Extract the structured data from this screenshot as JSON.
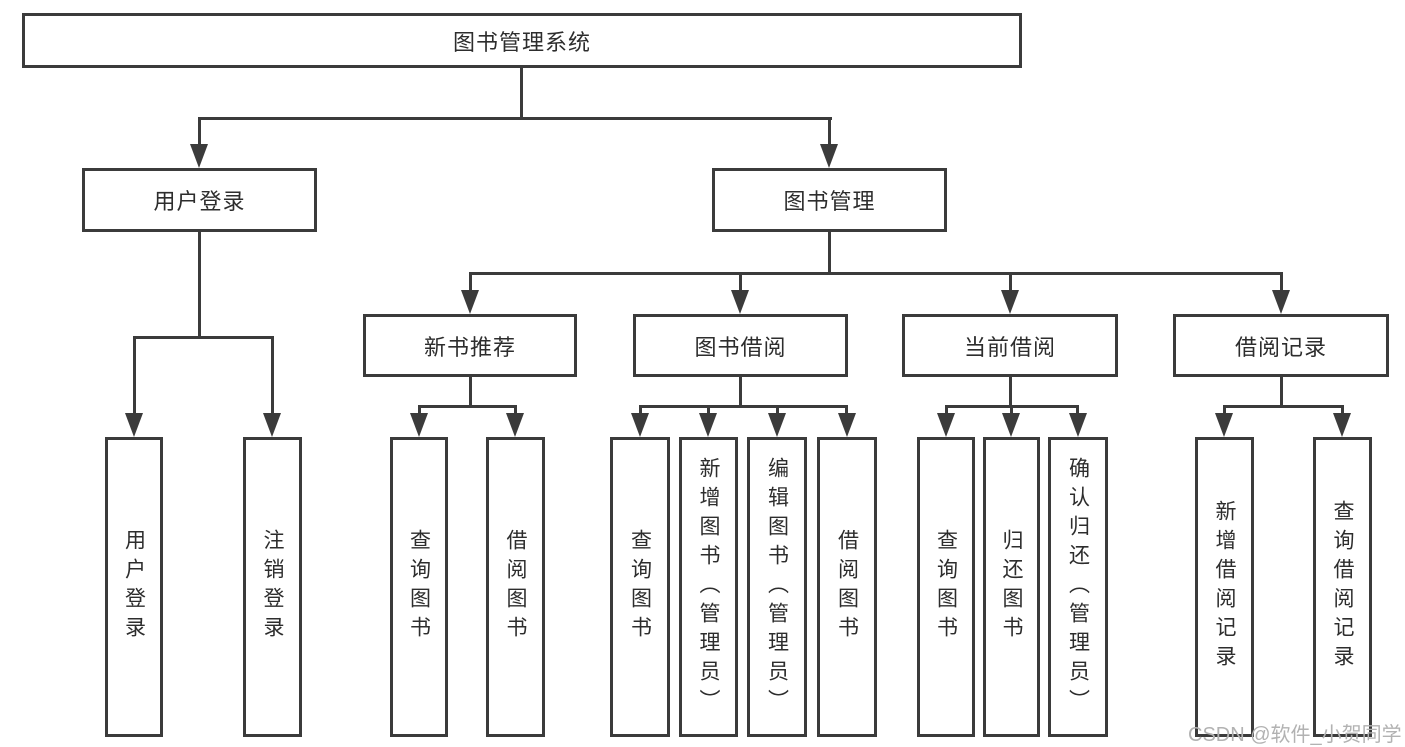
{
  "diagram": {
    "title": "图书管理系统",
    "root": {
      "label": "图书管理系统"
    },
    "level1": [
      {
        "label": "用户登录",
        "parent": "图书管理系统"
      },
      {
        "label": "图书管理",
        "parent": "图书管理系统"
      }
    ],
    "level2": [
      {
        "label": "新书推荐",
        "parent": "图书管理"
      },
      {
        "label": "图书借阅",
        "parent": "图书管理"
      },
      {
        "label": "当前借阅",
        "parent": "图书管理"
      },
      {
        "label": "借阅记录",
        "parent": "图书管理"
      }
    ],
    "leaves": [
      {
        "label": "用户登录",
        "parent": "用户登录"
      },
      {
        "label": "注销登录",
        "parent": "用户登录"
      },
      {
        "label": "查询图书",
        "parent": "新书推荐"
      },
      {
        "label": "借阅图书",
        "parent": "新书推荐"
      },
      {
        "label": "查询图书",
        "parent": "图书借阅"
      },
      {
        "label": "新增图书（管理员）",
        "parent": "图书借阅"
      },
      {
        "label": "编辑图书（管理员）",
        "parent": "图书借阅"
      },
      {
        "label": "借阅图书",
        "parent": "图书借阅"
      },
      {
        "label": "查询图书",
        "parent": "当前借阅"
      },
      {
        "label": "归还图书",
        "parent": "当前借阅"
      },
      {
        "label": "确认归还（管理员）",
        "parent": "当前借阅"
      },
      {
        "label": "新增借阅记录",
        "parent": "借阅记录"
      },
      {
        "label": "查询借阅记录",
        "parent": "借阅记录"
      }
    ]
  },
  "watermark": {
    "text": "CSDN @软件_小贺同学"
  },
  "colors": {
    "line": "#3b3b3b",
    "text": "#2d2d2d",
    "box_background": "#ffffff",
    "watermark": "#b2b2b2",
    "page_background": "#ffffff"
  }
}
